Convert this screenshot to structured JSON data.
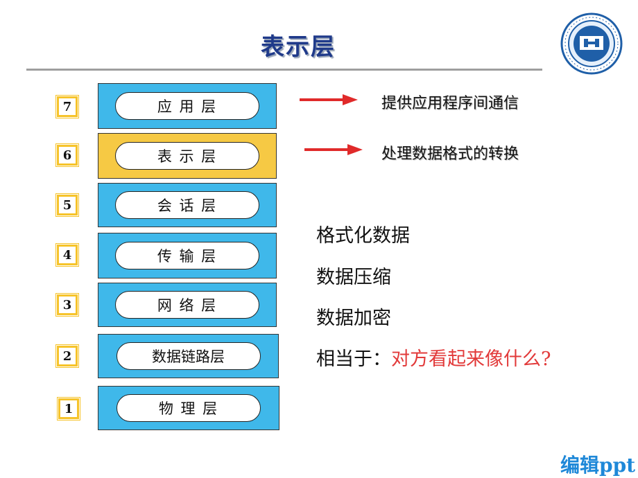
{
  "title": "表示层",
  "layers": [
    {
      "num": "7",
      "label": "应 用 层"
    },
    {
      "num": "6",
      "label": "表 示 层"
    },
    {
      "num": "5",
      "label": "会 话 层"
    },
    {
      "num": "4",
      "label": "传 输 层"
    },
    {
      "num": "3",
      "label": "网 络 层"
    },
    {
      "num": "2",
      "label": "数据链路层"
    },
    {
      "num": "1",
      "label": "物 理 层"
    }
  ],
  "arrows": [
    {
      "text": "提供应用程序间通信"
    },
    {
      "text": "处理数据格式的转换"
    }
  ],
  "features": [
    "格式化数据",
    "数据压缩",
    "数据加密"
  ],
  "question": {
    "prefix": "相当于：",
    "highlight": "对方看起来像什么?"
  },
  "footer": "编辑ppt",
  "colors": {
    "layer": "#3fb8ea",
    "highlight": "#f6c944",
    "arrow": "#e02a2a",
    "accent_text": "#e23a3a",
    "footer": "#1e88d8"
  },
  "icons": {
    "logo": "university-seal-logo",
    "arrow": "right-arrow-icon"
  }
}
